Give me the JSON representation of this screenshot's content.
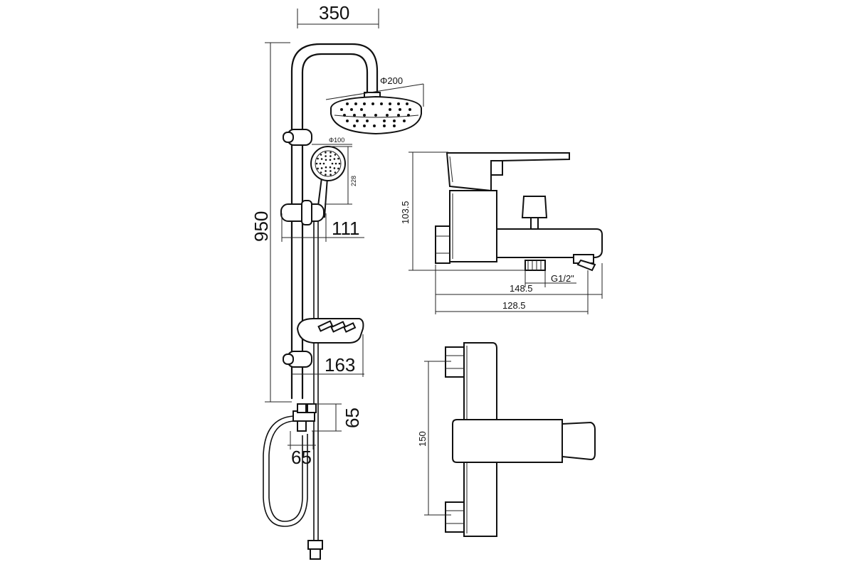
{
  "dimensions": {
    "top_width": "350",
    "total_height": "950",
    "head_diameter": "Φ200",
    "hand_diameter": "Φ100",
    "hand_length": "228",
    "slider_offset": "111",
    "soap_offset": "163",
    "diverter_height": "65",
    "diverter_width": "65",
    "mixer_height": "103.5",
    "thread": "G1/2\"",
    "mixer_depth_a": "148.5",
    "mixer_depth_b": "128.5",
    "centers": "150"
  }
}
